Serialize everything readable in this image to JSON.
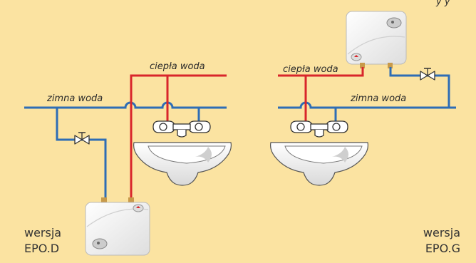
{
  "labels": {
    "cold_water": "zimna woda",
    "hot_water": "ciepła woda",
    "top_caption_fragment": "y y"
  },
  "versions": [
    {
      "line1": "wersja",
      "line2": "EPO.D"
    },
    {
      "line1": "wersja",
      "line2": "EPO.G"
    }
  ],
  "colors": {
    "background": "#fbe3a1",
    "cold_pipe": "#2e6db5",
    "hot_pipe": "#d8262b",
    "heater_body": "#f2f2f2"
  }
}
